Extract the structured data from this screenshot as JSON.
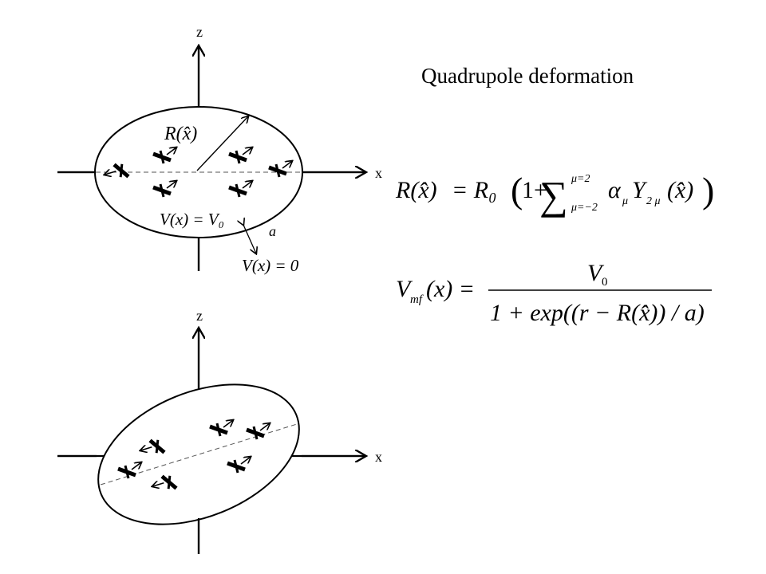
{
  "title": "Quadrupole deformation",
  "axes": {
    "z": "z",
    "x": "x"
  },
  "labels": {
    "radius": "R(x̂)",
    "inner_potential": "V(x) = V₀",
    "diffuseness": "a",
    "outer_potential": "V(x) = 0"
  },
  "equations": {
    "radius_lhs": "R(x̂)",
    "radius_rhs_prefix": "= R₀",
    "radius_sum_upper": "μ=2",
    "radius_sum_lower": "μ=−2",
    "radius_alpha": "α",
    "radius_mu_sub": "μ",
    "radius_Y": "Y",
    "radius_Y_sub": "2 μ",
    "radius_arg": "(x̂)",
    "potential_lhs": "V",
    "potential_lhs_sub": "mf",
    "potential_lhs_arg": "(x) =",
    "potential_numerator": "V",
    "potential_numerator_sub": "0",
    "potential_denominator": "1 + exp((r − R(x̂)) / a)"
  }
}
